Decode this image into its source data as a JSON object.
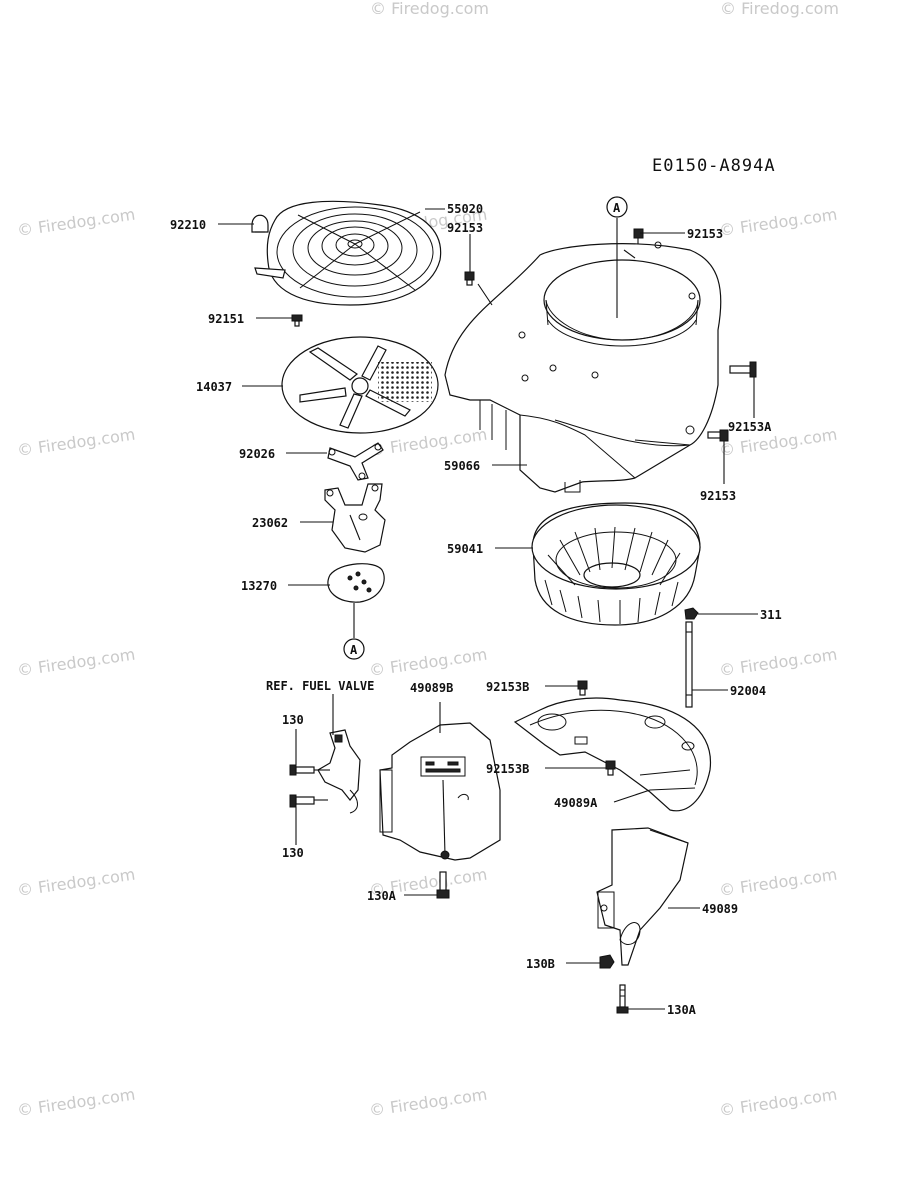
{
  "diagram": {
    "code": "E0150-A894A",
    "ref_note": "REF. FUEL VALVE",
    "marker": "A",
    "watermark": "© Firedog.com",
    "parts": {
      "p92210": "92210",
      "p55020": "55020",
      "p92153_top": "92153",
      "p92153_right": "92153",
      "p92151": "92151",
      "p14037": "14037",
      "p92026": "92026",
      "p23062": "23062",
      "p13270": "13270",
      "p59066": "59066",
      "p92153A": "92153A",
      "p92153_mid": "92153",
      "p59041": "59041",
      "p311": "311",
      "p92004": "92004",
      "p49089B": "49089B",
      "p130_a": "130",
      "p130_b": "130",
      "p130A_left": "130A",
      "p92153B_a": "92153B",
      "p92153B_b": "92153B",
      "p49089A": "49089A",
      "p49089": "49089",
      "p130B": "130B",
      "p130A_right": "130A"
    }
  }
}
